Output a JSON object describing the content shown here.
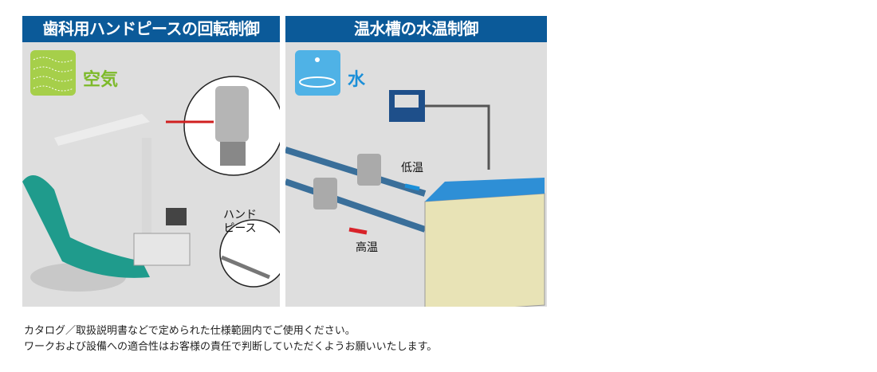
{
  "left_panel": {
    "title": "歯科用ハンドピースの回転制御",
    "medium": "空気",
    "callout": "ハンド\nピース",
    "colors": {
      "header": "#0b5a99",
      "air": "#8dc21f"
    }
  },
  "right_panel": {
    "title": "温水槽の水温制御",
    "medium": "水",
    "low_temp": "低温",
    "high_temp": "高温",
    "colors": {
      "water": "#1b8fd8",
      "hot_arrow": "#d8232a"
    }
  },
  "notes": [
    "カタログ／取扱説明書などで定められた仕様範囲内でご使用ください。",
    "ワークおよび設備への適合性はお客様の責任で判断していただくようお願いいたします。"
  ]
}
